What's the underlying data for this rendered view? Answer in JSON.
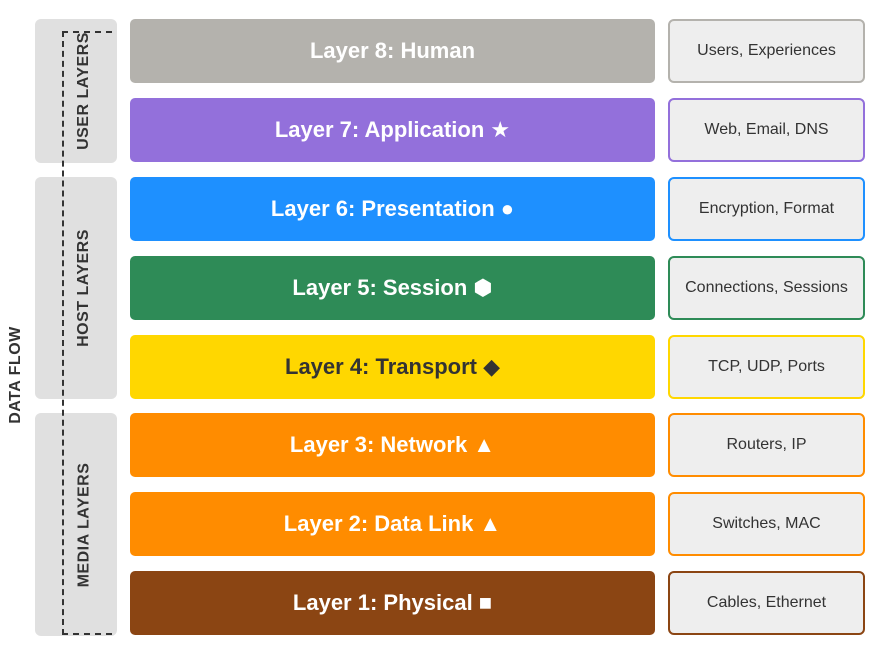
{
  "flow_label": "DATA FLOW",
  "groups": [
    {
      "label": "USER LAYERS"
    },
    {
      "label": "HOST LAYERS"
    },
    {
      "label": "MEDIA LAYERS"
    }
  ],
  "layers": [
    {
      "title": "Layer 8: Human",
      "desc": "Users, Experiences",
      "color": "#b4b2ad",
      "border": "#b4b2ad",
      "text_color": "#ffffff"
    },
    {
      "title": "Layer 7: Application ★",
      "desc": "Web, Email, DNS",
      "color": "#9370db",
      "border": "#9370db",
      "text_color": "#ffffff"
    },
    {
      "title": "Layer 6: Presentation ●",
      "desc": "Encryption, Format",
      "color": "#1e90ff",
      "border": "#1e90ff",
      "text_color": "#ffffff"
    },
    {
      "title": "Layer 5: Session ⬢",
      "desc": "Connections, Sessions",
      "color": "#2e8b57",
      "border": "#2e8b57",
      "text_color": "#ffffff"
    },
    {
      "title": "Layer 4: Transport ◆",
      "desc": "TCP, UDP, Ports",
      "color": "#ffd700",
      "border": "#ffd700",
      "text_color": "#333333"
    },
    {
      "title": "Layer 3: Network ▲",
      "desc": "Routers, IP",
      "color": "#ff8c00",
      "border": "#ff8c00",
      "text_color": "#ffffff"
    },
    {
      "title": "Layer 2: Data Link ▲",
      "desc": "Switches, MAC",
      "color": "#ff8c00",
      "border": "#ff8c00",
      "text_color": "#ffffff"
    },
    {
      "title": "Layer 1: Physical ■",
      "desc": "Cables, Ethernet",
      "color": "#8b4513",
      "border": "#8b4513",
      "text_color": "#ffffff"
    }
  ]
}
